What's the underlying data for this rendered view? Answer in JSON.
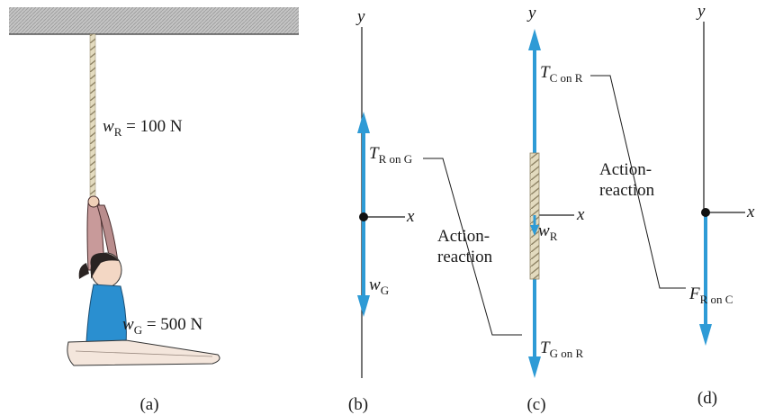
{
  "panels": {
    "a": {
      "caption": "(a)",
      "rope_weight": {
        "sym": "w",
        "sub": "R",
        "rest": " = 100 N"
      },
      "gymnast_weight": {
        "sym": "w",
        "sub": "G",
        "rest": " = 500 N"
      }
    },
    "b": {
      "caption": "(b)",
      "y_axis": "y",
      "x_axis": "x",
      "upper_force": {
        "sym": "T",
        "sub": "R on G"
      },
      "lower_force": {
        "sym": "w",
        "sub": "G"
      }
    },
    "c": {
      "caption": "(c)",
      "y_axis": "y",
      "x_axis": "x",
      "upper_force": {
        "sym": "T",
        "sub": "C on R"
      },
      "weight": {
        "sym": "w",
        "sub": "R"
      },
      "lower_force": {
        "sym": "T",
        "sub": "G on R"
      }
    },
    "d": {
      "caption": "(d)",
      "y_axis": "y",
      "x_axis": "x",
      "force": {
        "sym": "F",
        "sub": "R on C"
      }
    }
  },
  "pair_labels": {
    "left": {
      "line1": "Action-",
      "line2": "reaction"
    },
    "right": {
      "line1": "Action-",
      "line2": "reaction"
    }
  },
  "colors": {
    "vector": "#2e9bd6",
    "ceiling": "#b9b9b9",
    "leotard": "#2a8fd0",
    "rope": "#d9cfae"
  }
}
